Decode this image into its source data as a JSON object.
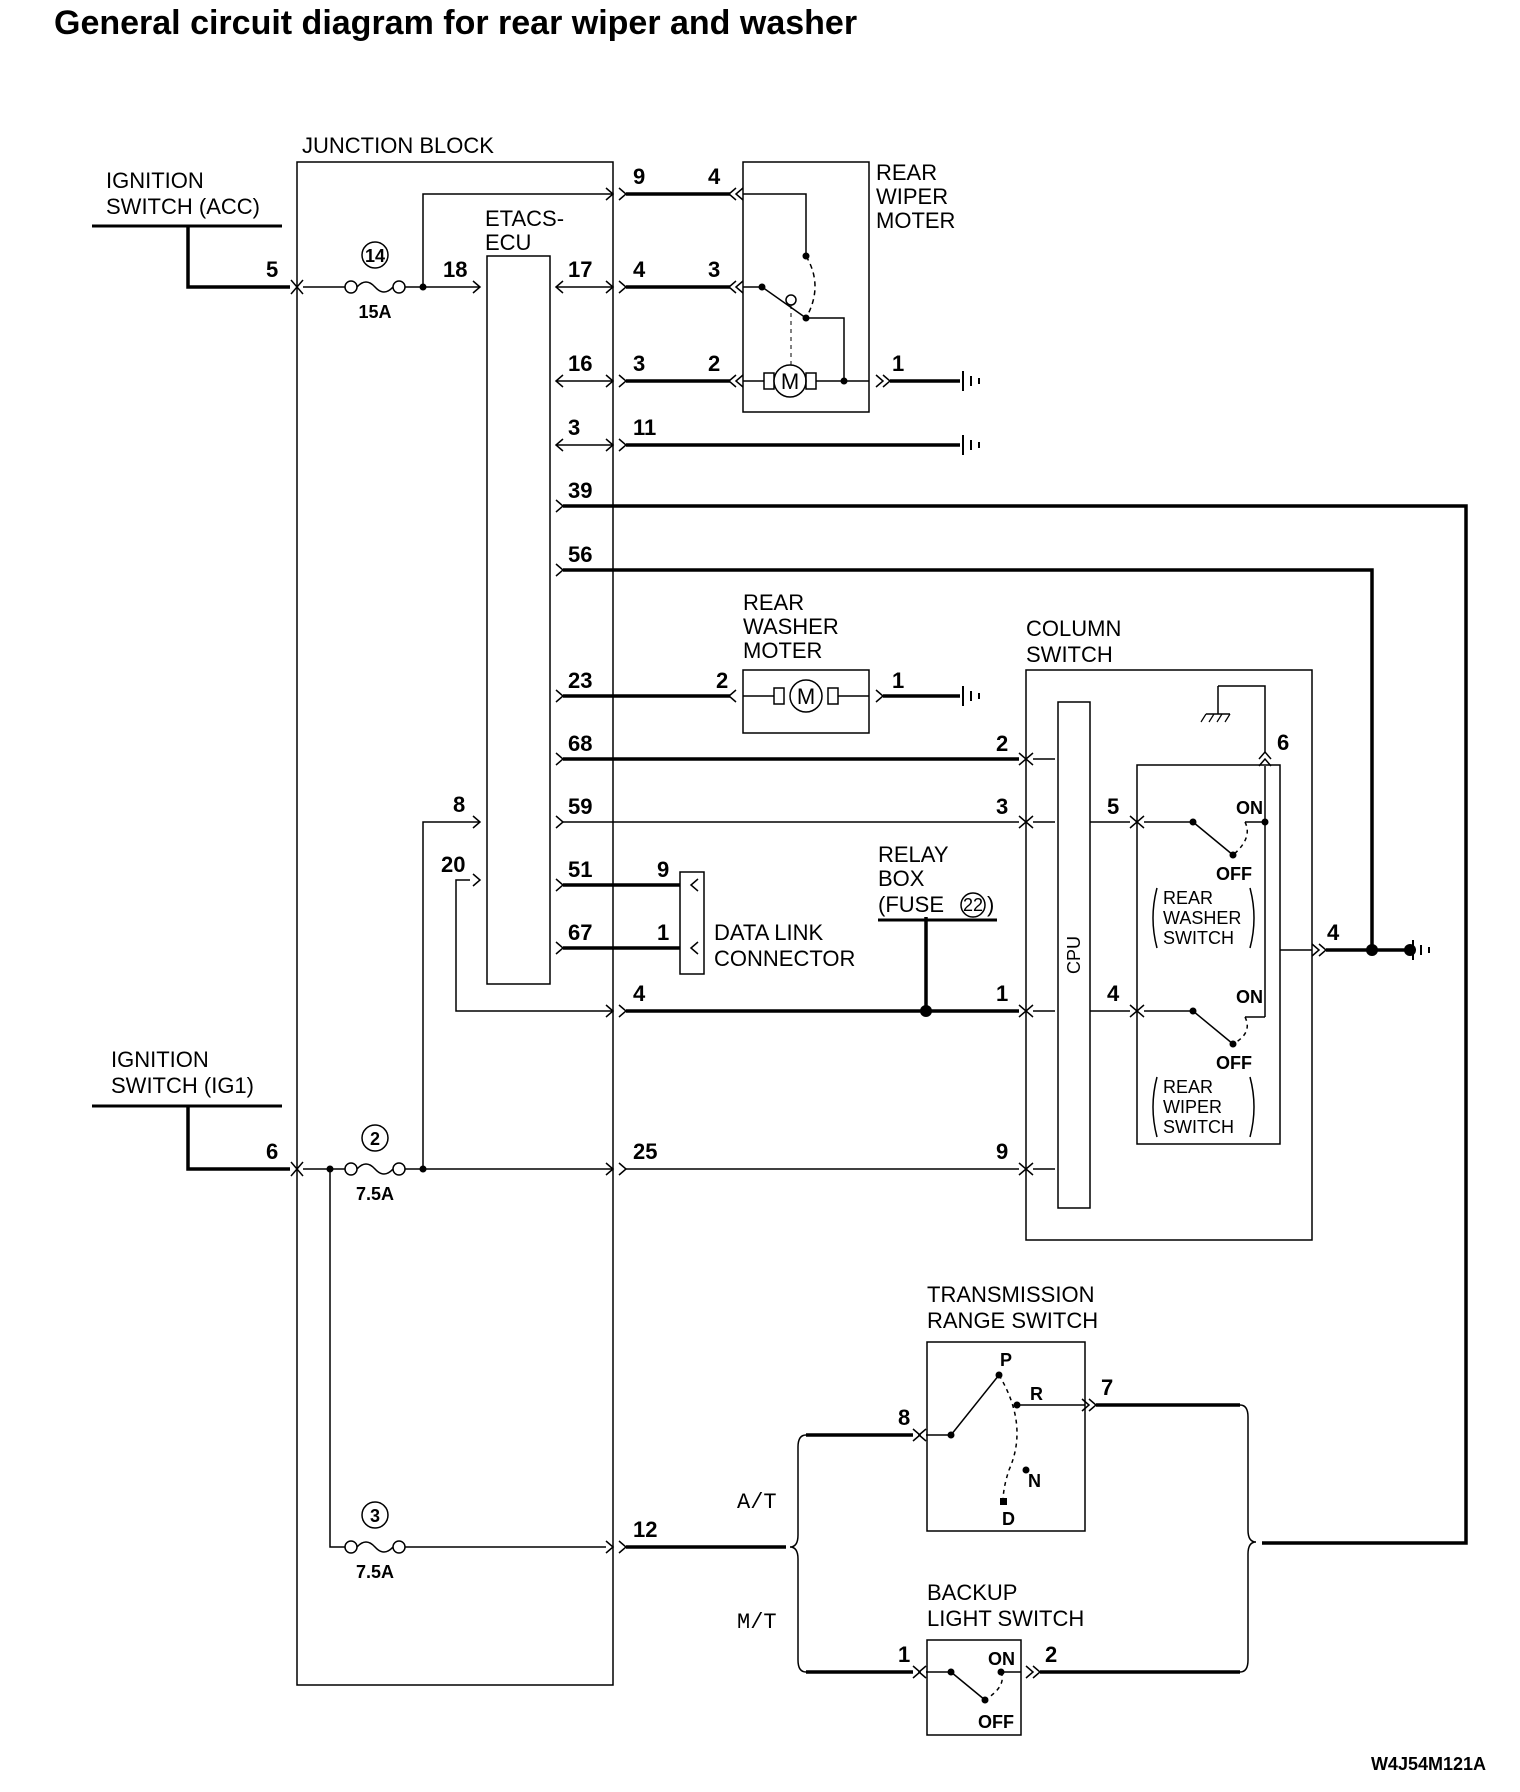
{
  "title": "General circuit diagram for rear wiper and washer",
  "code": "W4J54M121A",
  "labels": {
    "junction_block": "JUNCTION BLOCK",
    "etacs_1": "ETACS-",
    "etacs_2": "ECU",
    "ign_acc_1": "IGNITION",
    "ign_acc_2": "SWITCH (ACC)",
    "ign_ig1_1": "IGNITION",
    "ign_ig1_2": "SWITCH (IG1)",
    "rear_wiper_1": "REAR",
    "rear_wiper_2": "WIPER",
    "rear_wiper_3": "MOTER",
    "rear_washer_1": "REAR",
    "rear_washer_2": "WASHER",
    "rear_washer_3": "MOTER",
    "column_1": "COLUMN",
    "column_2": "SWITCH",
    "relay_1": "RELAY",
    "relay_2": "BOX",
    "relay_3": "(FUSE",
    "relay_fuse": "22",
    "relay_close": ")",
    "dlc_1": "DATA LINK",
    "dlc_2": "CONNECTOR",
    "cpu": "CPU",
    "rws_1": "REAR",
    "rws_2": "WASHER",
    "rws_3": "SWITCH",
    "rwip_1": "REAR",
    "rwip_2": "WIPER",
    "rwip_3": "SWITCH",
    "trs_1": "TRANSMISSION",
    "trs_2": "RANGE SWITCH",
    "bls_1": "BACKUP",
    "bls_2": "LIGHT SWITCH",
    "at": "A/T",
    "mt": "M/T",
    "on": "ON",
    "off": "OFF",
    "p": "P",
    "r": "R",
    "n": "N",
    "d": "D"
  },
  "fuses": {
    "f14": {
      "number": "14",
      "rating": "15A"
    },
    "f2": {
      "number": "2",
      "rating": "7.5A"
    },
    "f3": {
      "number": "3",
      "rating": "7.5A"
    }
  },
  "pins": {
    "acc5": "5",
    "jb18": "18",
    "ecu17": "17",
    "ecu16": "16",
    "ecu3": "3",
    "ecu39": "39",
    "ecu56": "56",
    "ecu23": "23",
    "ecu68": "68",
    "ecu59": "59",
    "ecu51": "51",
    "ecu67": "67",
    "ecu8": "8",
    "ecu20": "20",
    "jb9": "9",
    "jb4a": "4",
    "jb3": "3",
    "jb11": "11",
    "jb4b": "4",
    "jb25": "25",
    "jb12": "12",
    "wm4": "4",
    "wm3": "3",
    "wm2": "2",
    "wm1": "1",
    "wsm2": "2",
    "wsm1": "1",
    "cs2": "2",
    "cs3": "3",
    "cs1": "1",
    "cs9": "9",
    "cs5": "5",
    "cs4a": "4",
    "cs6": "6",
    "cs4b": "4",
    "dlc9": "9",
    "dlc1": "1",
    "ig6": "6",
    "trs8": "8",
    "trs7": "7",
    "bl1": "1",
    "bl2": "2"
  }
}
